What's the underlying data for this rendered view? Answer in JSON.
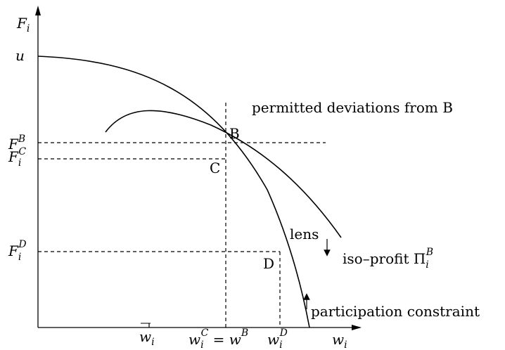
{
  "axes": {
    "y_label": "F",
    "y_label_sub": "i",
    "x_label": "w",
    "x_label_sub": "i"
  },
  "y_ticks": {
    "u": "u",
    "FB": "F",
    "FB_sup": "B",
    "FC": "F",
    "FC_sub": "i",
    "FC_sup": "C",
    "FD": "F",
    "FD_sub": "i",
    "FD_sup": "D"
  },
  "x_ticks": {
    "wbar": "w",
    "wbar_sub": "i",
    "wC": "w",
    "wC_sub": "i",
    "wC_sup": "C",
    "wC_eq": " = w",
    "wB_sup": "B",
    "wD": "w",
    "wD_sub": "i",
    "wD_sup": "D"
  },
  "points": {
    "B": "B",
    "C": "C",
    "D": "D"
  },
  "annotations": {
    "permitted": "permitted deviations from B",
    "lens": "lens",
    "isoprofit": "iso–profit Π",
    "isoprofit_sub": "i",
    "isoprofit_sup": "B",
    "participation": "participation constraint"
  },
  "colors": {
    "ink": "#000000",
    "background": "#ffffff"
  }
}
